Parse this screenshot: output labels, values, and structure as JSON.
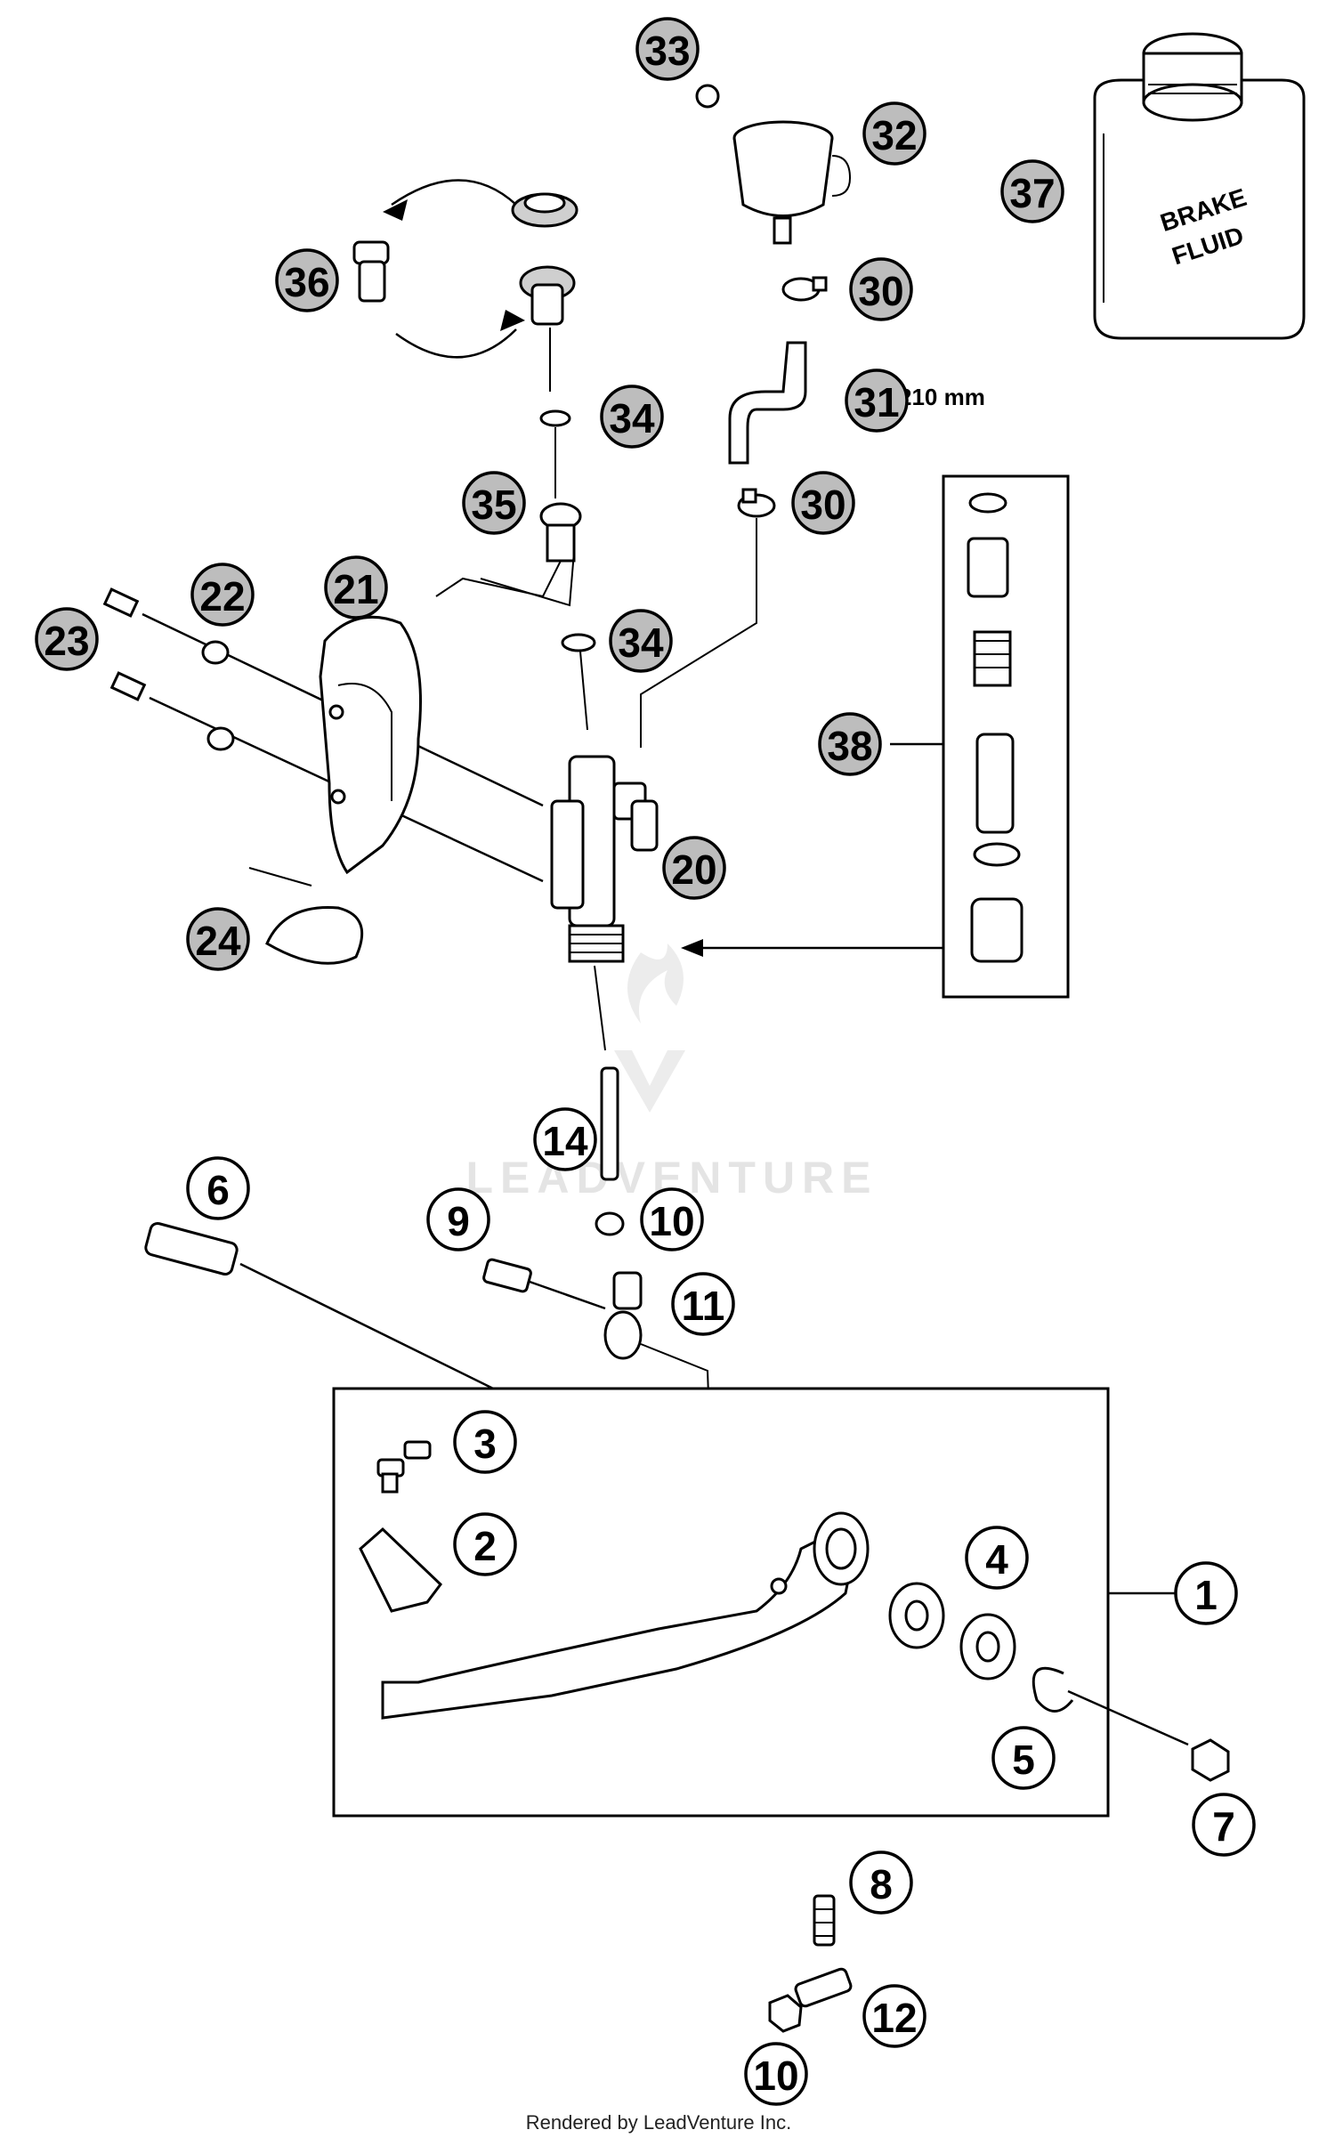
{
  "diagram": {
    "callouts": [
      {
        "id": "c1",
        "label": "1"
      },
      {
        "id": "c2",
        "label": "2"
      },
      {
        "id": "c3",
        "label": "3"
      },
      {
        "id": "c4",
        "label": "4"
      },
      {
        "id": "c5",
        "label": "5"
      },
      {
        "id": "c6",
        "label": "6"
      },
      {
        "id": "c7",
        "label": "7"
      },
      {
        "id": "c8",
        "label": "8"
      },
      {
        "id": "c9",
        "label": "9"
      },
      {
        "id": "c10a",
        "label": "10"
      },
      {
        "id": "c10b",
        "label": "10"
      },
      {
        "id": "c11",
        "label": "11"
      },
      {
        "id": "c12",
        "label": "12"
      },
      {
        "id": "c14",
        "label": "14"
      },
      {
        "id": "c20",
        "label": "20"
      },
      {
        "id": "c21",
        "label": "21"
      },
      {
        "id": "c22",
        "label": "22"
      },
      {
        "id": "c23",
        "label": "23"
      },
      {
        "id": "c24",
        "label": "24"
      },
      {
        "id": "c30a",
        "label": "30"
      },
      {
        "id": "c30b",
        "label": "30"
      },
      {
        "id": "c31",
        "label": "31"
      },
      {
        "id": "c32",
        "label": "32"
      },
      {
        "id": "c33",
        "label": "33"
      },
      {
        "id": "c34a",
        "label": "34"
      },
      {
        "id": "c34b",
        "label": "34"
      },
      {
        "id": "c35",
        "label": "35"
      },
      {
        "id": "c36",
        "label": "36"
      },
      {
        "id": "c37",
        "label": "37"
      },
      {
        "id": "c38",
        "label": "38"
      }
    ],
    "hose_length": "210 mm",
    "bottle_label_line1": "BRAKE",
    "bottle_label_line2": "FLUID",
    "watermark": "LEADVENTURE",
    "footer": "Rendered by LeadVenture Inc."
  }
}
